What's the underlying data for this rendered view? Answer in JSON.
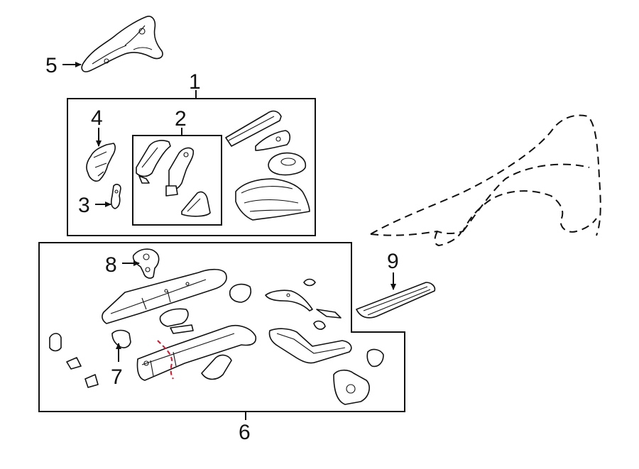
{
  "callouts": {
    "c1": "1",
    "c2": "2",
    "c3": "3",
    "c4": "4",
    "c5": "5",
    "c6": "6",
    "c7": "7",
    "c8": "8",
    "c9": "9"
  },
  "colors": {
    "line": "#111111",
    "cut_line": "#e0102a",
    "background": "#ffffff"
  }
}
